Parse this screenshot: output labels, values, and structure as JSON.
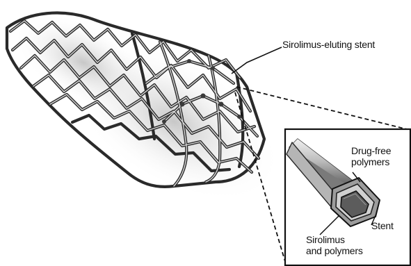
{
  "labels": {
    "sirolimus_eluting_stent": "Sirolimus-eluting stent",
    "drug_free_line1": "Drug-free",
    "drug_free_line2": "polymers",
    "stent": "Stent",
    "sirolimus_line1": "Sirolimus",
    "sirolimus_line2": "and polymers"
  },
  "colors": {
    "background": "#ffffff",
    "metal_dark": "#2a2a2a",
    "metal_mid": "#6d6d6d",
    "metal_light": "#cfcfcf",
    "text": "#111111"
  }
}
